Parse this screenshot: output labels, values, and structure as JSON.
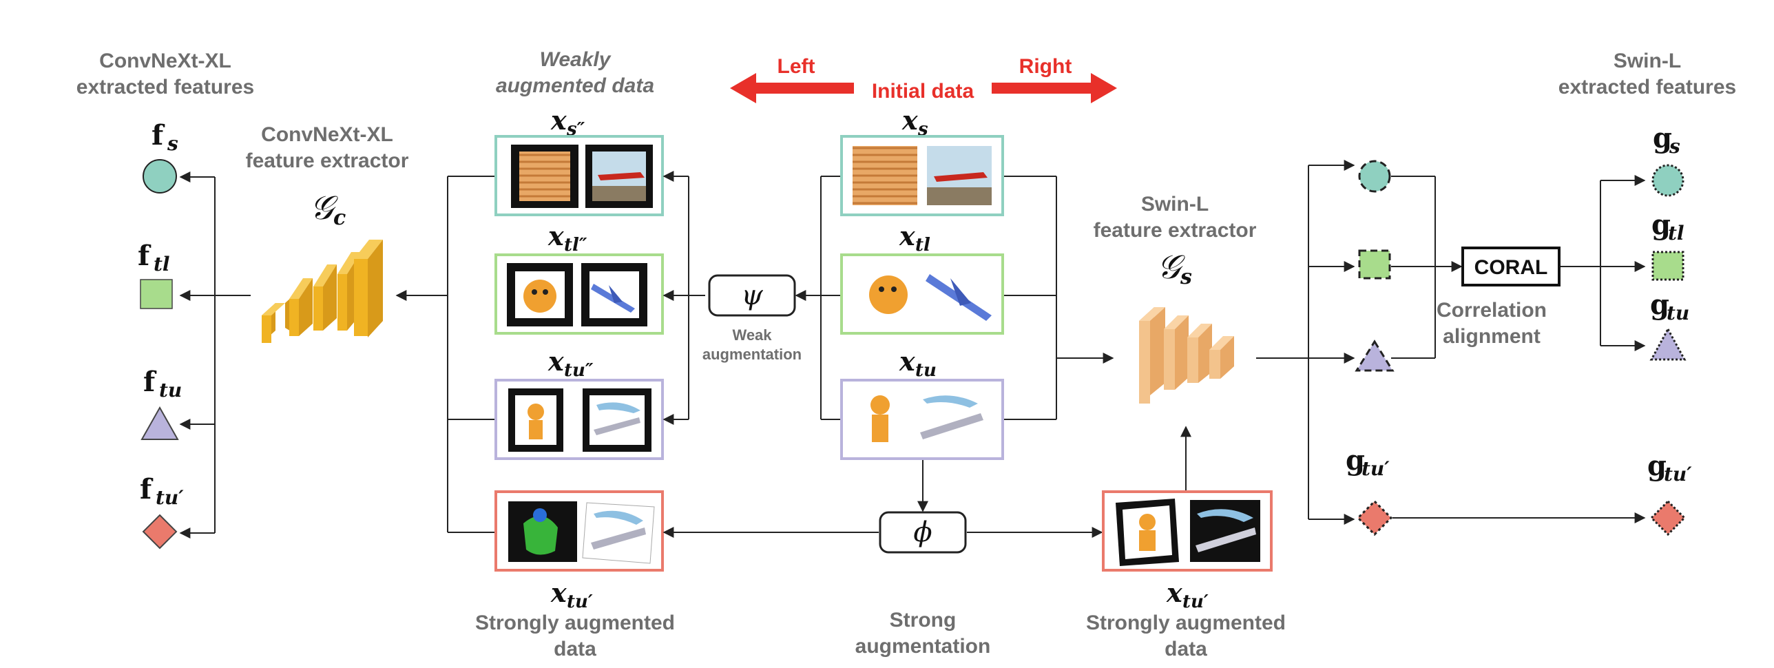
{
  "left_features": {
    "title_line1": "ConvNeXt-XL",
    "title_line2": "extracted features",
    "items": [
      {
        "base": "f",
        "sub": "s"
      },
      {
        "base": "f",
        "sub": "tl"
      },
      {
        "base": "f",
        "sub": "tu"
      },
      {
        "base": "f",
        "sub": "tu′"
      }
    ]
  },
  "convnext_extractor": {
    "label_line1": "ConvNeXt-XL",
    "label_line2": "feature extractor",
    "symbol_base": "𝒢",
    "symbol_sub": "c"
  },
  "weak_data": {
    "label_line1": "Weakly",
    "label_line2": "augmented data",
    "labels": [
      "s″",
      "tl″",
      "tu″"
    ]
  },
  "initial_data": {
    "label": "Initial data",
    "left_arrow": "Left",
    "right_arrow": "Right",
    "labels": [
      "s",
      "tl",
      "tu"
    ]
  },
  "weak_aug": {
    "symbol": "ψ",
    "label_line1": "Weak",
    "label_line2": "augmentation"
  },
  "strong_aug": {
    "symbol": "ϕ",
    "label_line1": "Strong",
    "label_line2": "augmentation"
  },
  "strong_left": {
    "label_sub": "tu′",
    "caption_line1": "Strongly augmented",
    "caption_line2": "data"
  },
  "strong_right": {
    "label_sub": "tu′",
    "caption_line1": "Strongly augmented",
    "caption_line2": "data"
  },
  "swin_extractor": {
    "label_line1": "Swin-L",
    "label_line2": "feature extractor",
    "symbol_base": "𝒢",
    "symbol_sub": "s"
  },
  "coral": {
    "box_label": "CORAL",
    "caption_line1": "Correlation",
    "caption_line2": "alignment"
  },
  "right_features": {
    "title_line1": "Swin-L",
    "title_line2": "extracted features",
    "items": [
      {
        "base": "g",
        "sub": "s"
      },
      {
        "base": "g",
        "sub": "tl"
      },
      {
        "base": "g",
        "sub": "tu"
      },
      {
        "base": "g",
        "sub": "tu′"
      }
    ],
    "standalone_label": {
      "base": "g",
      "sub": "tu′"
    }
  },
  "colors": {
    "source": "#8fd0c0",
    "target_labeled": "#a8dc8c",
    "target_unlabeled": "#b9b3dc",
    "strong": "#ea7a6c",
    "accent_red": "#e8302a",
    "convnext": "#f0b323",
    "swin": "#f3c38c"
  }
}
